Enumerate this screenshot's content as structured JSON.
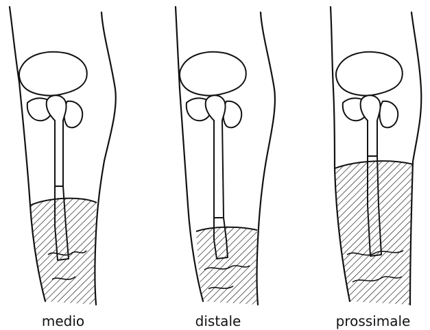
{
  "panels": [
    {
      "label": "medio",
      "level": "middle"
    },
    {
      "label": "distale",
      "level": "distal"
    },
    {
      "label": "prossimale",
      "level": "proximal"
    }
  ],
  "colors": {
    "ink": "#111111",
    "background": "#ffffff"
  }
}
